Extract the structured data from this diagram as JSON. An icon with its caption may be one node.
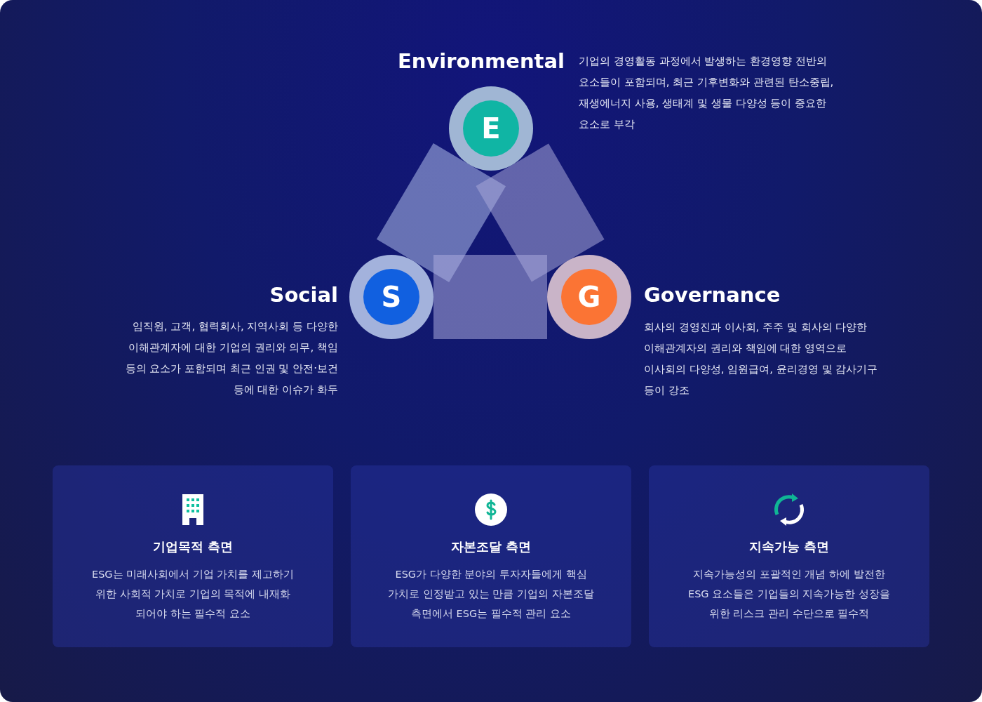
{
  "diagram": {
    "nodes": [
      {
        "text": [
          "E"
        ],
        "beside": [
          "Environmental",
          "기업의 경영활동 과정에서 발생하는 환경영향 전반의 요소들이 포함되며, 최근 기후변화와 관련된 탄소중립, 재생에너지 사용, 생태계 및 생물 다양성 등이 중요한 요소로 부각"
        ]
      },
      {
        "text": [
          "S"
        ],
        "beside": [
          "Social",
          "임직원, 고객, 협력회사, 지역사회 등 다양한 이해관계자에 대한 기업의 권리와 의무, 책임 등의 요소가 포함되며 최근 인권 및 안전·보건 등에 대한 이슈가 화두"
        ]
      },
      {
        "text": [
          "G"
        ],
        "beside": [
          "Governance",
          "회사의 경영진과 이사회, 주주 및 회사의 다양한 이해관계자의 권리와 책임에 대한 영역으로 이사회의 다양성, 임원급여, 윤리경영 및 감사기구 등이 강조"
        ]
      },
      {
        "text": [
          "기업목적 측면",
          "ESG는 미래사회에서 기업 가치를 제고하기 위한 사회적 가치로 기업의 목적에 내재화 되어야 하는 필수적 요소"
        ]
      },
      {
        "text": [
          "자본조달 측면",
          "ESG가 다양한 분야의 투자자들에게 핵심 가치로 인정받고 있는 만큼 기업의 자본조달 측면에서 ESG는 필수적 관리 요소"
        ]
      },
      {
        "text": [
          "지속가능 측면",
          "지속가능성의 포괄적인 개념 하에 발전한 ESG 요소들은 기업들의 지속가능한 성장을 위한 리스크 관리 수단으로 필수적"
        ]
      }
    ],
    "edges": [
      {
        "from": 0,
        "to": 1,
        "arrow": "none"
      },
      {
        "from": 0,
        "to": 2,
        "arrow": "none"
      },
      {
        "from": 1,
        "to": 2,
        "arrow": "none"
      }
    ]
  }
}
